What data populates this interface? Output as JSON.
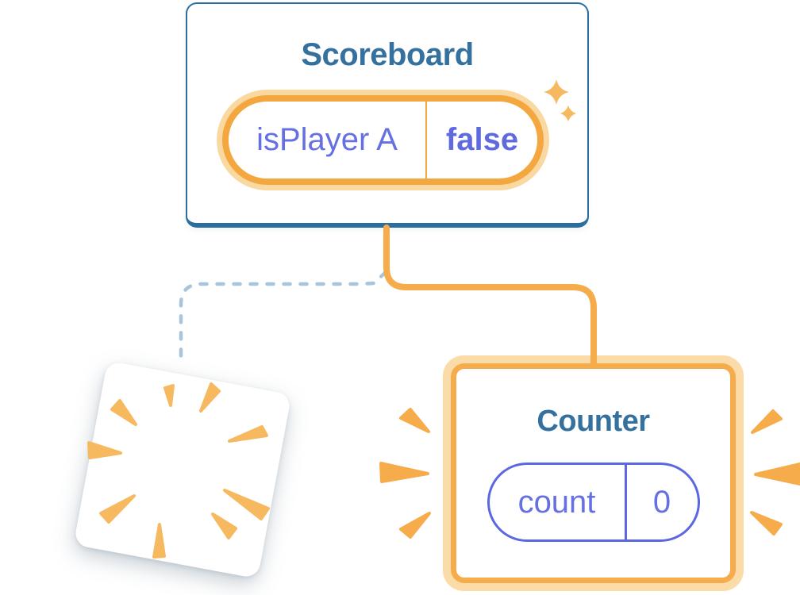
{
  "colors": {
    "orange": "#F6AC4B",
    "orange-soft": "#FBDCA9",
    "orange-ring": "#F4A73F",
    "ring-glow": "#FAD8A2",
    "blue-border": "#2B6E9E",
    "blue-title": "#35719E",
    "purple": "#6470E3",
    "purple-dark": "#5F6ADF",
    "purple-border": "#5C68E2",
    "dash": "#A7C5DD",
    "sparkle": "#F7B95F"
  },
  "scoreboard": {
    "title": "Scoreboard",
    "state": {
      "label": "isPlayer A",
      "value": "false"
    }
  },
  "counter": {
    "title": "Counter",
    "state": {
      "label": "count",
      "value": "0"
    }
  }
}
